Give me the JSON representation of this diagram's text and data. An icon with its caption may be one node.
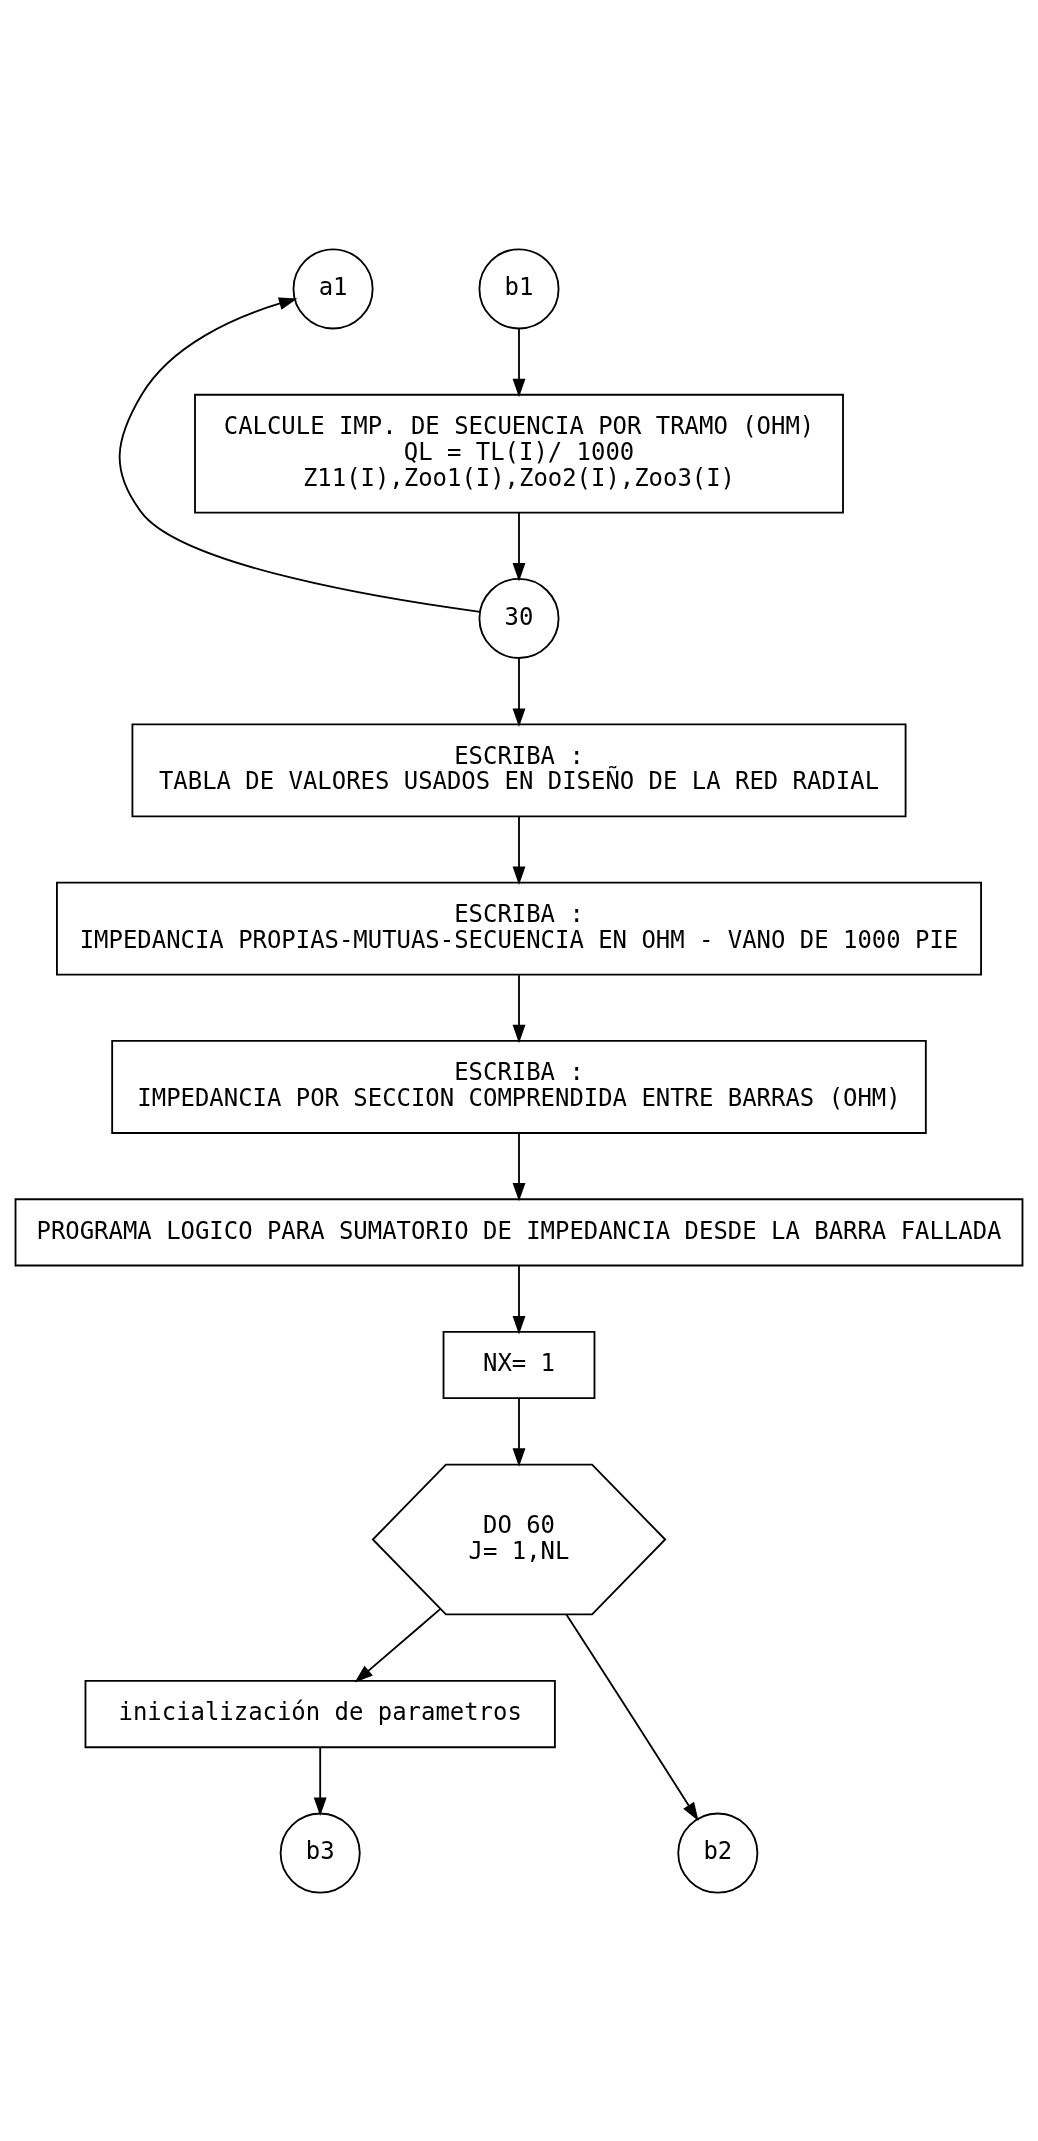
{
  "diagram": {
    "nodes": [
      {
        "text": [
          "a1"
        ]
      },
      {
        "text": [
          "b1"
        ]
      },
      {
        "text": [
          "CALCULE IMP. DE SECUENCIA POR TRAMO (OHM)",
          "QL = TL(I)/ 1000",
          "Z11(I),Zoo1(I),Zoo2(I),Zoo3(I)"
        ]
      },
      {
        "text": [
          "30"
        ]
      },
      {
        "text": [
          "ESCRIBA :",
          "TABLA DE VALORES USADOS EN DISEÑO DE LA RED RADIAL"
        ]
      },
      {
        "text": [
          "ESCRIBA :",
          "IMPEDANCIA PROPIAS-MUTUAS-SECUENCIA EN OHM - VANO DE 1000 PIE"
        ]
      },
      {
        "text": [
          "ESCRIBA :",
          "IMPEDANCIA POR SECCION COMPRENDIDA ENTRE BARRAS (OHM)"
        ]
      },
      {
        "text": [
          "PROGRAMA LOGICO PARA SUMATORIO DE IMPEDANCIA DESDE LA BARRA FALLADA"
        ]
      },
      {
        "text": [
          "NX= 1"
        ]
      },
      {
        "text": [
          "DO 60",
          "J= 1,NL"
        ]
      },
      {
        "text": [
          "inicialización de parametros"
        ]
      },
      {
        "text": [
          "b2"
        ]
      },
      {
        "text": [
          "b3"
        ]
      }
    ],
    "edges": [
      {
        "from": 1,
        "to": 2,
        "arrow": "to"
      },
      {
        "from": 2,
        "to": 3,
        "arrow": "to"
      },
      {
        "from": 3,
        "to": 0,
        "arrow": "to"
      },
      {
        "from": 3,
        "to": 4,
        "arrow": "to"
      },
      {
        "from": 4,
        "to": 5,
        "arrow": "to"
      },
      {
        "from": 5,
        "to": 6,
        "arrow": "to"
      },
      {
        "from": 6,
        "to": 7,
        "arrow": "to"
      },
      {
        "from": 7,
        "to": 8,
        "arrow": "to"
      },
      {
        "from": 8,
        "to": 9,
        "arrow": "to"
      },
      {
        "from": 9,
        "to": 10,
        "arrow": "to"
      },
      {
        "from": 9,
        "to": 11,
        "arrow": "to"
      },
      {
        "from": 10,
        "to": 12,
        "arrow": "to"
      }
    ]
  }
}
